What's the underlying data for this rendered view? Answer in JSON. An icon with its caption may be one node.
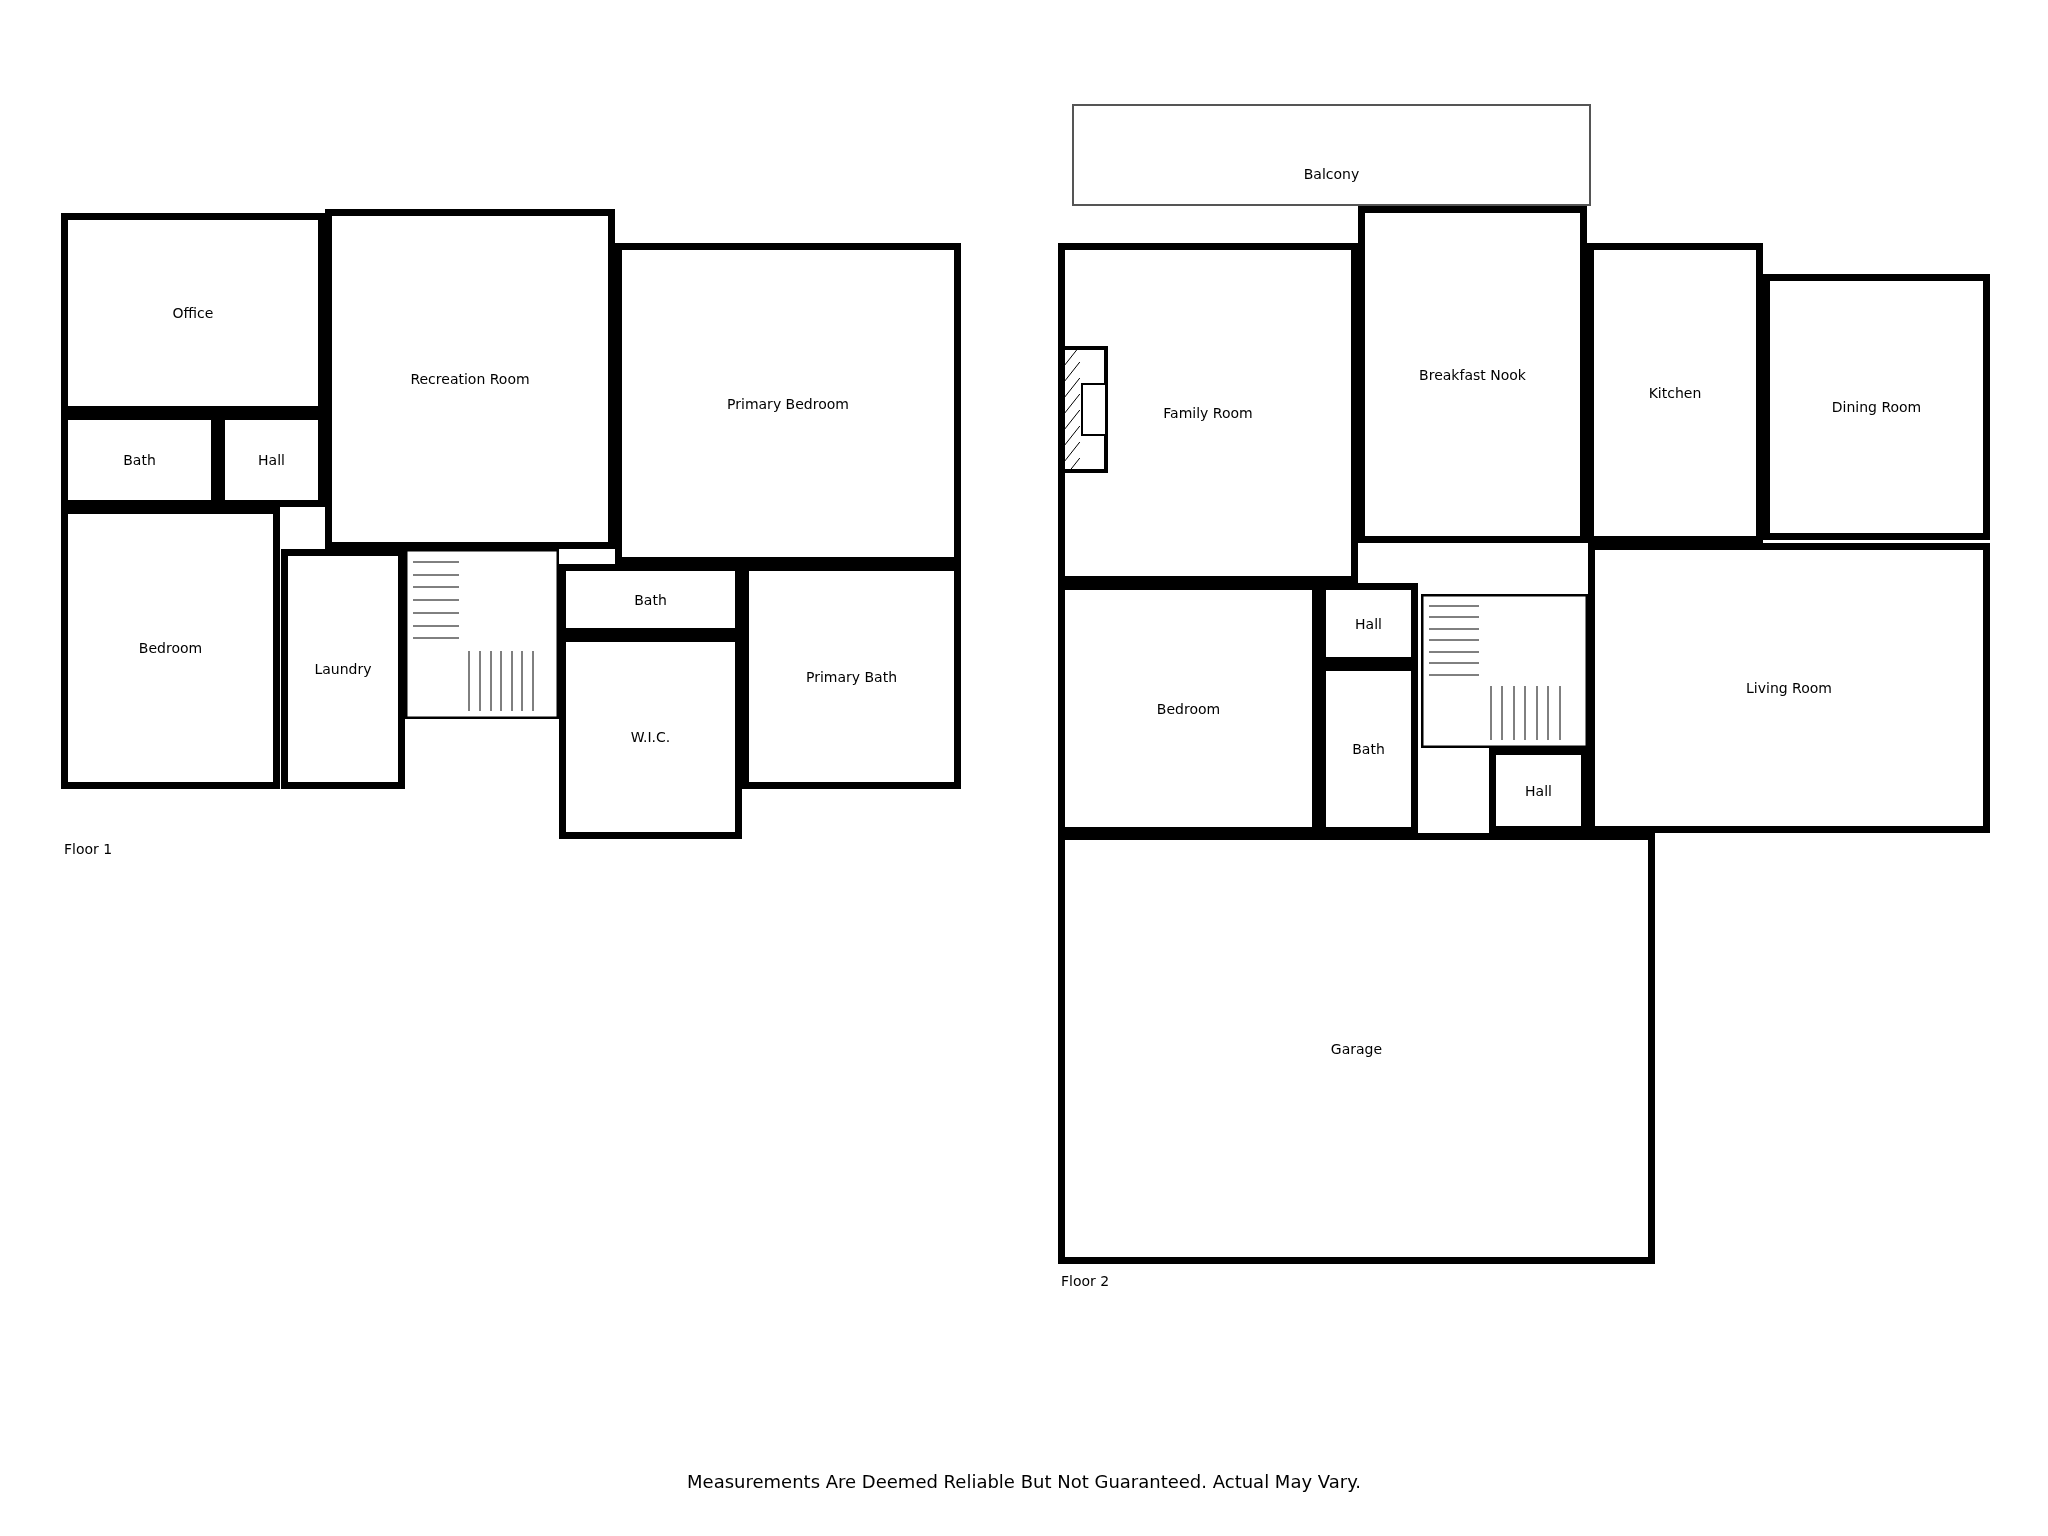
{
  "diagram": {
    "caption": "Measurements Are Deemed Reliable But Not Guaranteed. Actual May Vary.",
    "nodes": [
      {
        "text": [
          "Office"
        ]
      },
      {
        "text": [
          "Recreation Room"
        ]
      },
      {
        "text": [
          "Primary Bedroom"
        ]
      },
      {
        "text": [
          "Bath"
        ]
      },
      {
        "text": [
          "Hall"
        ]
      },
      {
        "text": [
          "Bedroom"
        ]
      },
      {
        "text": [
          "Laundry"
        ]
      },
      {
        "text": [
          "Bath"
        ]
      },
      {
        "text": [
          "W.I.C."
        ]
      },
      {
        "text": [
          "Primary Bath"
        ]
      },
      {
        "text": [
          "Balcony"
        ]
      },
      {
        "text": [
          "Family Room"
        ]
      },
      {
        "text": [
          "Breakfast Nook"
        ]
      },
      {
        "text": [
          "Kitchen"
        ]
      },
      {
        "text": [
          "Dining Room"
        ]
      },
      {
        "text": [
          "Hall"
        ]
      },
      {
        "text": [
          "Bedroom"
        ]
      },
      {
        "text": [
          "Bath"
        ]
      },
      {
        "text": [
          "Living Room"
        ]
      },
      {
        "text": [
          "Hall"
        ]
      },
      {
        "text": [
          "Garage"
        ]
      }
    ],
    "labels": [
      "Floor 1",
      "Floor 2"
    ]
  }
}
